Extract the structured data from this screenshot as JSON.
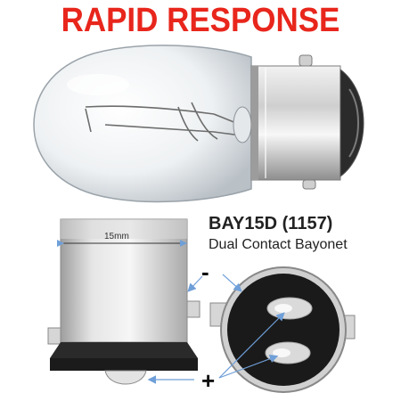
{
  "header": {
    "title": "RAPID RESPONSE"
  },
  "diagram": {
    "model": "BAY15D (1157)",
    "type": "Dual Contact Bayonet",
    "diameter_label": "15mm",
    "negative_sign": "-",
    "positive_sign": "+"
  },
  "colors": {
    "title": "#e8261c",
    "arrow": "#6f9fd8",
    "metal": "#c8c8c8",
    "contact_face": "#1a1a1a"
  }
}
